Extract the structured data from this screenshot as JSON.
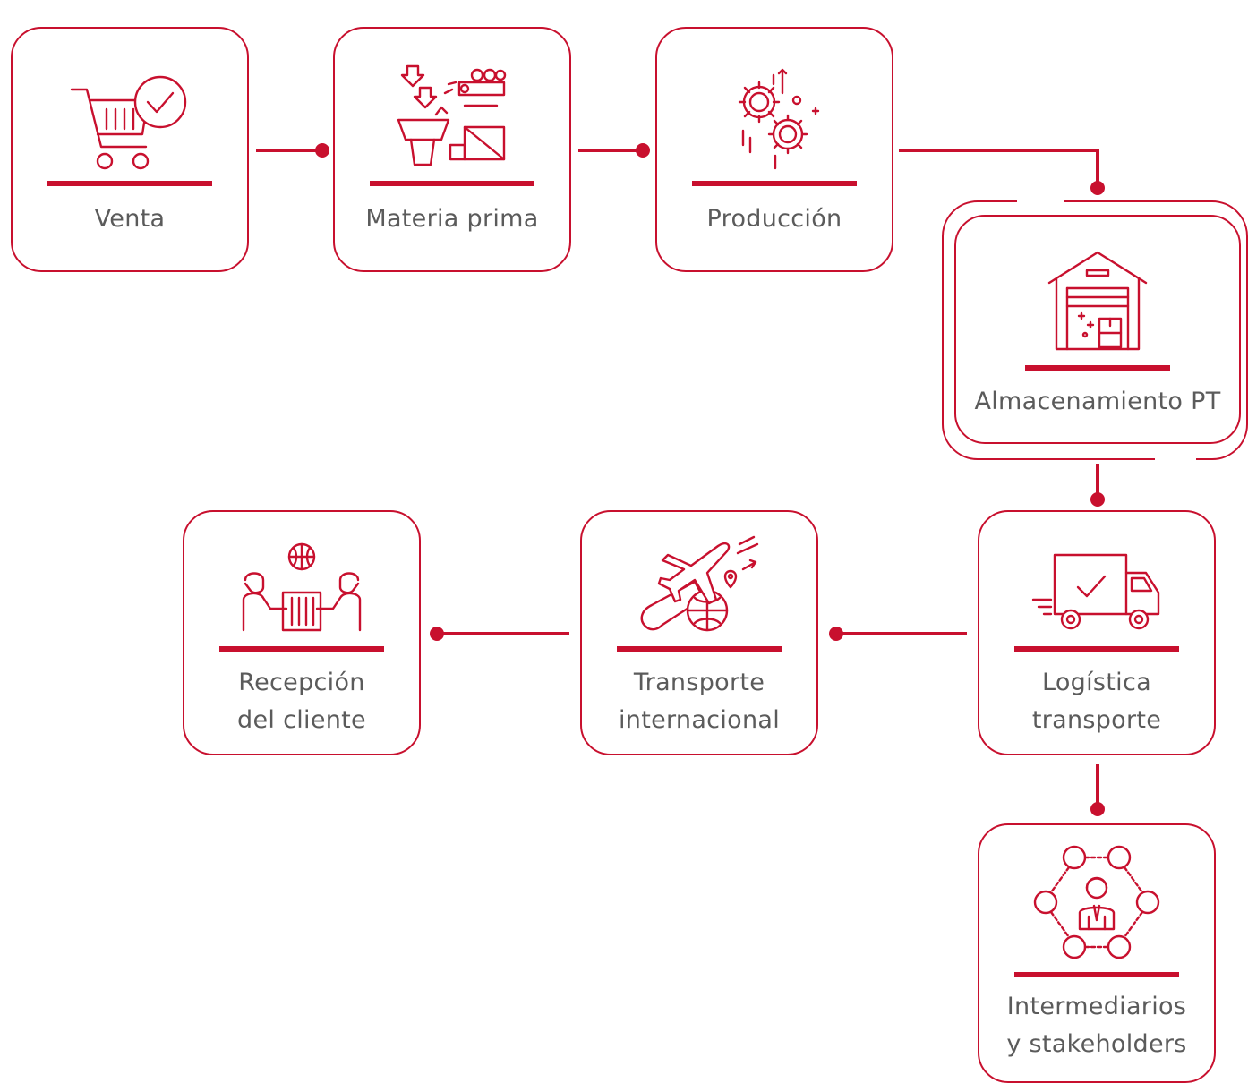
{
  "theme": {
    "accent": "#c8102e",
    "label_color": "#5b5b5b"
  },
  "nodes": {
    "venta": {
      "label": "Venta",
      "icon": "shopping-cart-check-icon"
    },
    "materia_prima": {
      "label": "Materia prima",
      "icon": "raw-material-icon"
    },
    "produccion": {
      "label": "Producción",
      "icon": "gears-icon"
    },
    "almacenamiento": {
      "label": "Almacenamiento PT",
      "icon": "warehouse-icon"
    },
    "logistica": {
      "line1": "Logística",
      "line2": "transporte",
      "icon": "delivery-truck-icon"
    },
    "transporte_int": {
      "line1": "Transporte",
      "line2": "internacional",
      "icon": "airplane-globe-icon"
    },
    "recepcion": {
      "line1": "Recepción",
      "line2": "del cliente",
      "icon": "handover-icon"
    },
    "intermediarios": {
      "line1": "Intermediarios",
      "line2": "y stakeholders",
      "icon": "network-people-icon"
    }
  }
}
